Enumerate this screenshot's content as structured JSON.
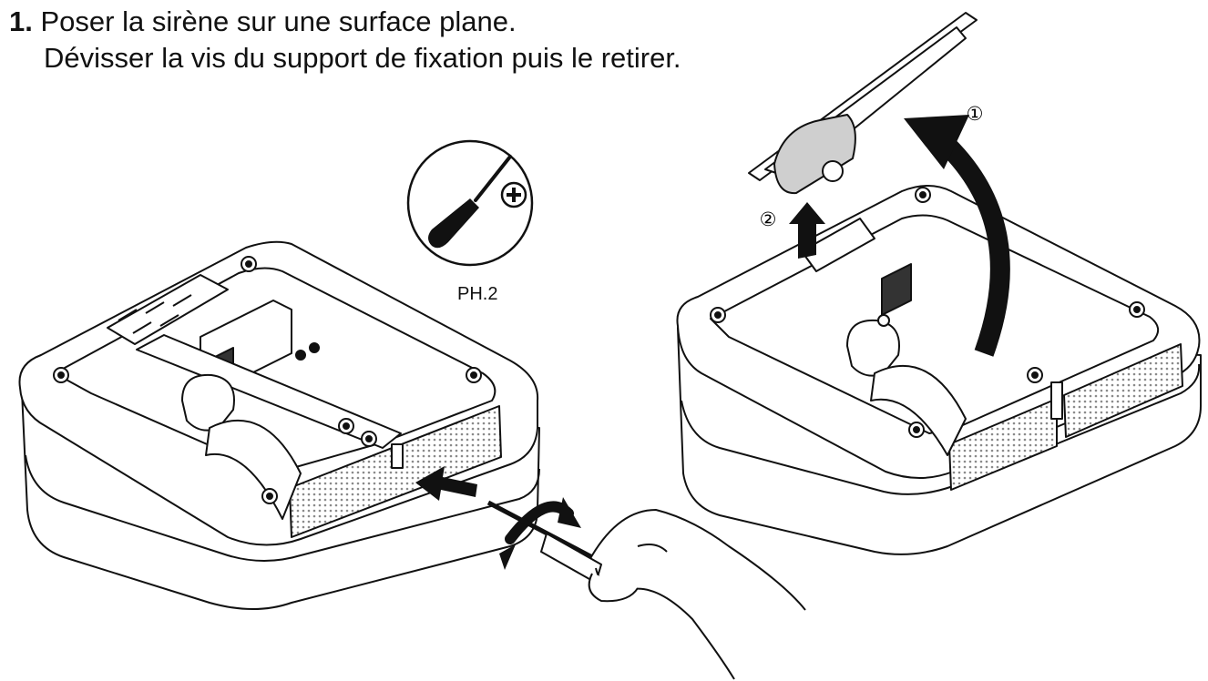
{
  "step": {
    "number": "1.",
    "line1": "Poser la sirène sur une surface plane.",
    "line2": "Dévisser la vis du support de fixation puis le retirer."
  },
  "tool": {
    "label": "PH.2",
    "icon": "phillips-screwdriver-icon"
  },
  "callouts": {
    "one": "①",
    "two": "②"
  },
  "colors": {
    "ink": "#111111",
    "fill": "#ffffff",
    "grille": "#9a9a9a",
    "shade": "#cfcfcf"
  }
}
